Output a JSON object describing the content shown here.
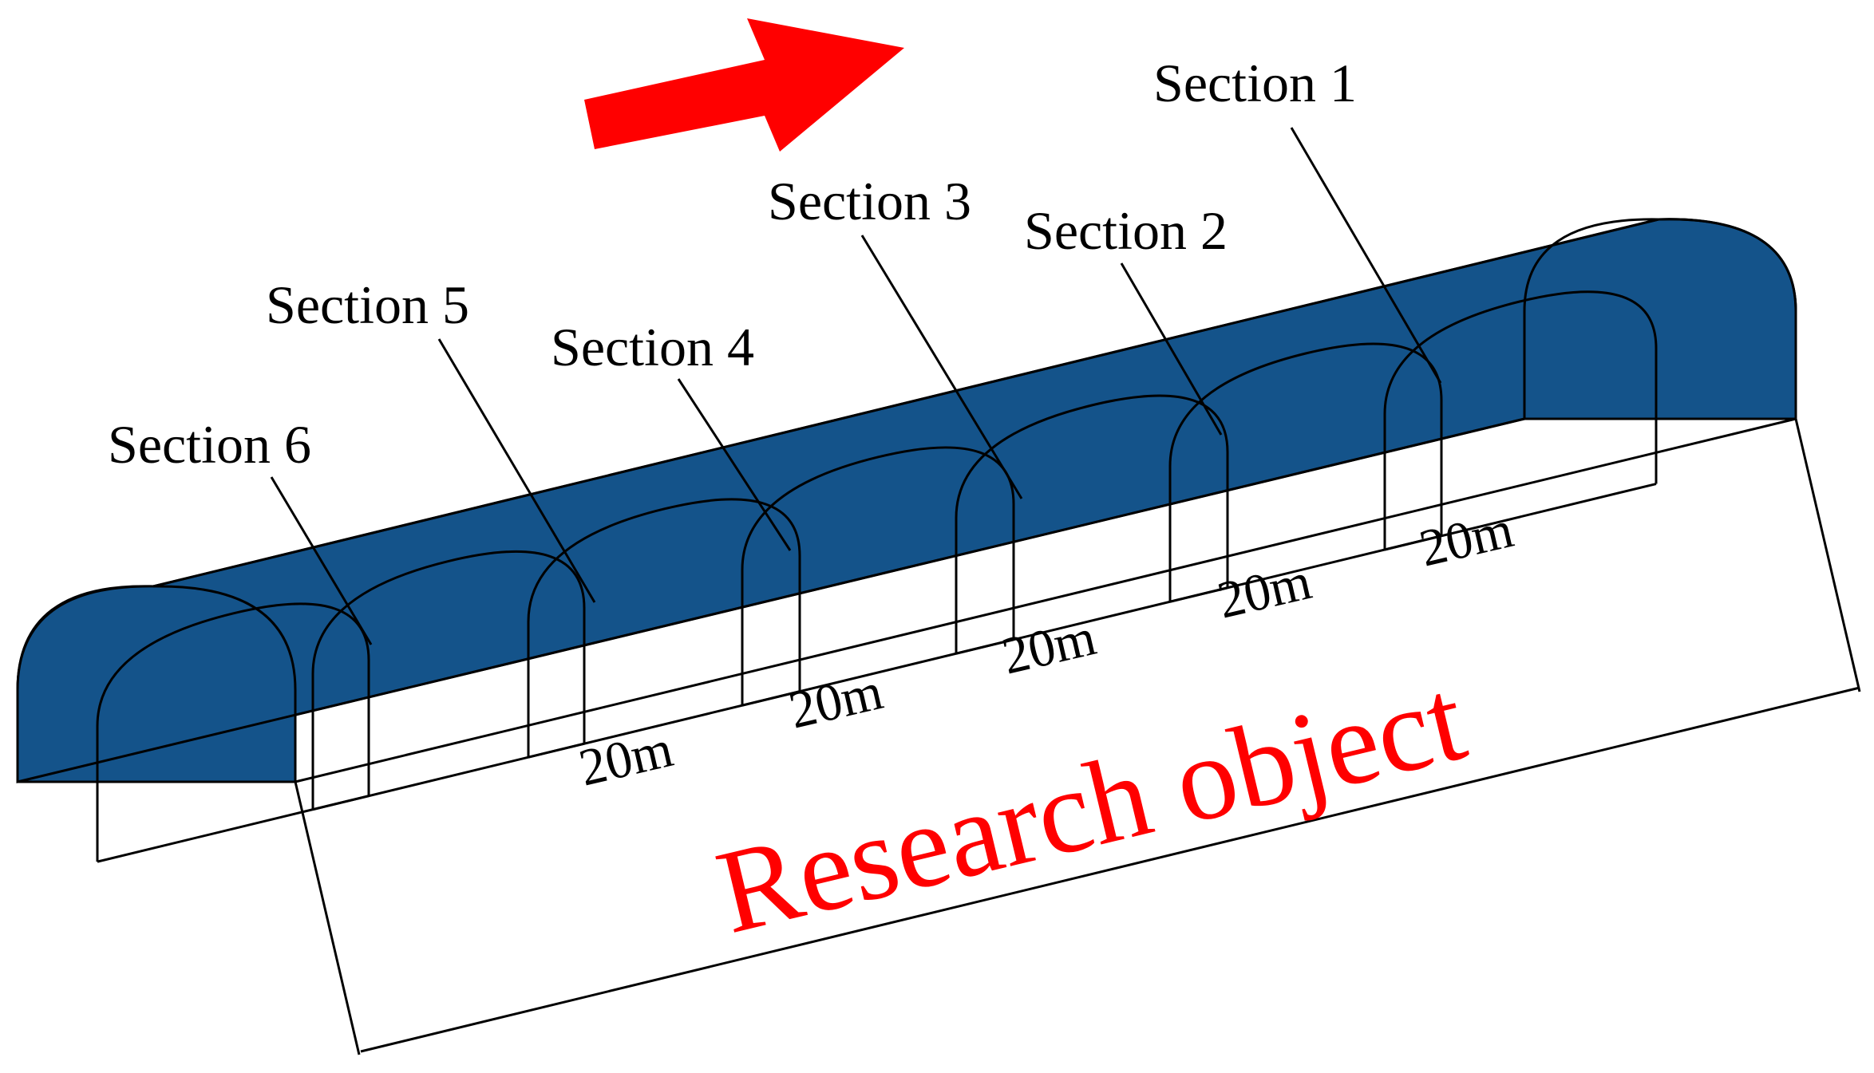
{
  "colors": {
    "tunnel_fill": "#14538a",
    "outline": "#000000",
    "arrow": "#ff0000",
    "research_text": "#ff0000"
  },
  "direction_arrow": {
    "icon": "arrow-right-icon"
  },
  "sections": [
    {
      "label": "Section 1"
    },
    {
      "label": "Section 2"
    },
    {
      "label": "Section 3"
    },
    {
      "label": "Section 4"
    },
    {
      "label": "Section 5"
    },
    {
      "label": "Section 6"
    }
  ],
  "spacings": [
    {
      "label": "20m"
    },
    {
      "label": "20m"
    },
    {
      "label": "20m"
    },
    {
      "label": "20m"
    },
    {
      "label": "20m"
    }
  ],
  "research_label": "Research object"
}
